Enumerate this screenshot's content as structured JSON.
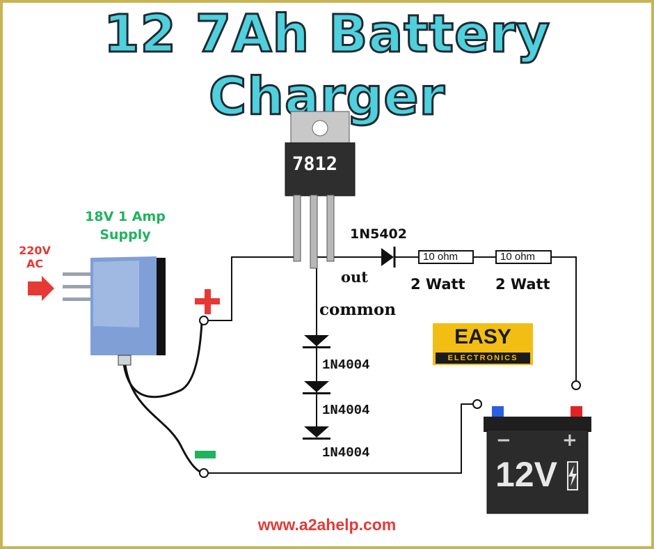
{
  "title": "12 7Ah Battery Charger",
  "supply": {
    "line1": "18V 1 Amp",
    "line2": "Supply"
  },
  "input": {
    "line1": "220V",
    "line2": "AC"
  },
  "regulator": {
    "label": "7812",
    "out": "out",
    "common": "common"
  },
  "diode_main": "1N5402",
  "resistors": [
    {
      "value": "10 ohm",
      "power": "2 Watt"
    },
    {
      "value": "10 ohm",
      "power": "2 Watt"
    }
  ],
  "diodes": [
    "1N4004",
    "1N4004",
    "1N4004"
  ],
  "polarity": {
    "plus": "+",
    "minus": "-"
  },
  "battery": {
    "label": "12V",
    "terminal_minus": "−",
    "terminal_plus": "+"
  },
  "badge": {
    "line1": "EASY",
    "line2": "ELECTRONICS"
  },
  "website": "www.a2ahelp.com",
  "colors": {
    "title": "#4fd0dc",
    "supply": "#1fb35c",
    "plus": "#e53935",
    "minus": "#1fb35c",
    "url": "#e53935",
    "badge": "#f2be13"
  }
}
